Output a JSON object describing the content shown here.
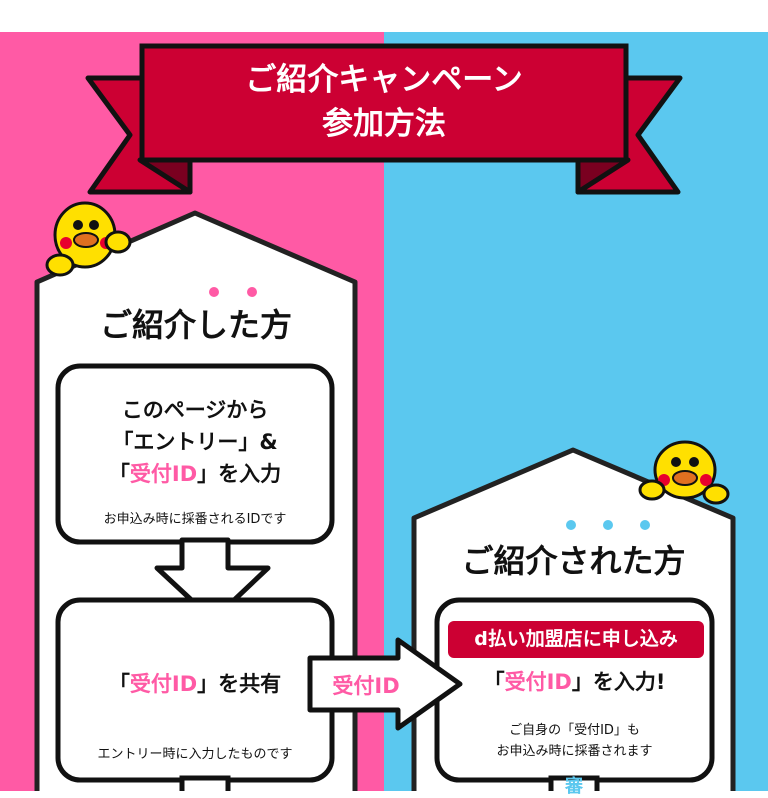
{
  "colors": {
    "pink": "#ff5aa5",
    "blue": "#5bc8ef",
    "ribbon": "#cc0033"
  },
  "banner": {
    "line1": "ご紹介キャンペーン",
    "line2": "参加方法"
  },
  "referrer": {
    "title": "ご紹介した方",
    "step1": {
      "line1": "このページから",
      "line2": "「エントリー」&",
      "line3_open": "「",
      "line3_id": "受付ID",
      "line3_close": "」を入力",
      "note": "お申込み時に採番されるIDです"
    },
    "step2": {
      "open": "「",
      "id": "受付ID",
      "close": "」を共有",
      "note": "エントリー時に入力したものです"
    }
  },
  "arrow_label": "受付ID",
  "referee": {
    "title": "ご紹介された方",
    "badge": "d払い加盟店に申し込み",
    "open": "「",
    "id": "受付ID",
    "close": "」を入力!",
    "note1": "ご自身の「受付ID」も",
    "note2": "お申込み時に採番されます",
    "next": "審"
  }
}
